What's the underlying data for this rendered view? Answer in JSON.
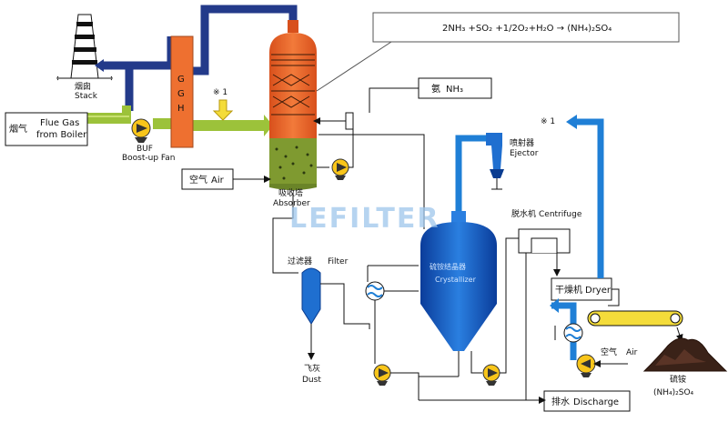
{
  "equation": "2NH₃ +SO₂ +1/2O₂+H₂O → (NH₄)₂SO₄",
  "stack": {
    "cn": "烟囱",
    "en": "Stack"
  },
  "flue_gas": {
    "cn": "烟气",
    "en1": "Flue Gas",
    "en2": "from Boiler"
  },
  "fan": {
    "en1": "BUF",
    "en2": "Boost-up Fan"
  },
  "ggh": {
    "g1": "G",
    "g2": "G",
    "h": "H"
  },
  "mark1": "※ 1",
  "mark2": "※ 1",
  "ammonia": {
    "cn": "氨",
    "en": "NH₃"
  },
  "air1": {
    "cn": "空气",
    "en": "Air"
  },
  "absorber": {
    "cn": "吸收塔",
    "en": "Absorber"
  },
  "ejector": {
    "cn": "喷射器",
    "en": "Ejector"
  },
  "centrifuge": {
    "cn": "脱水机",
    "en": "Centrifuge"
  },
  "filter": {
    "cn": "过滤器",
    "en": "Filter"
  },
  "crystallizer": {
    "cn": "硫铵结晶器",
    "en": "Crystallizer"
  },
  "dryer": {
    "cn": "干燥机",
    "en": "Dryer"
  },
  "air2": {
    "cn": "空气",
    "en": "Air"
  },
  "dust": {
    "cn": "飞灰",
    "en": "Dust"
  },
  "product": {
    "cn": "硫铵",
    "en": "(NH₄)₂SO₄"
  },
  "discharge": {
    "cn": "排水",
    "en": "Discharge"
  },
  "watermark": "LEFILTER",
  "colors": {
    "blue": "#1f7fd6",
    "navy": "#233a8a",
    "green": "#9cc23a",
    "orange": "#ee7030",
    "yellow": "#f4dc3a",
    "pump": "#f8c51a"
  }
}
